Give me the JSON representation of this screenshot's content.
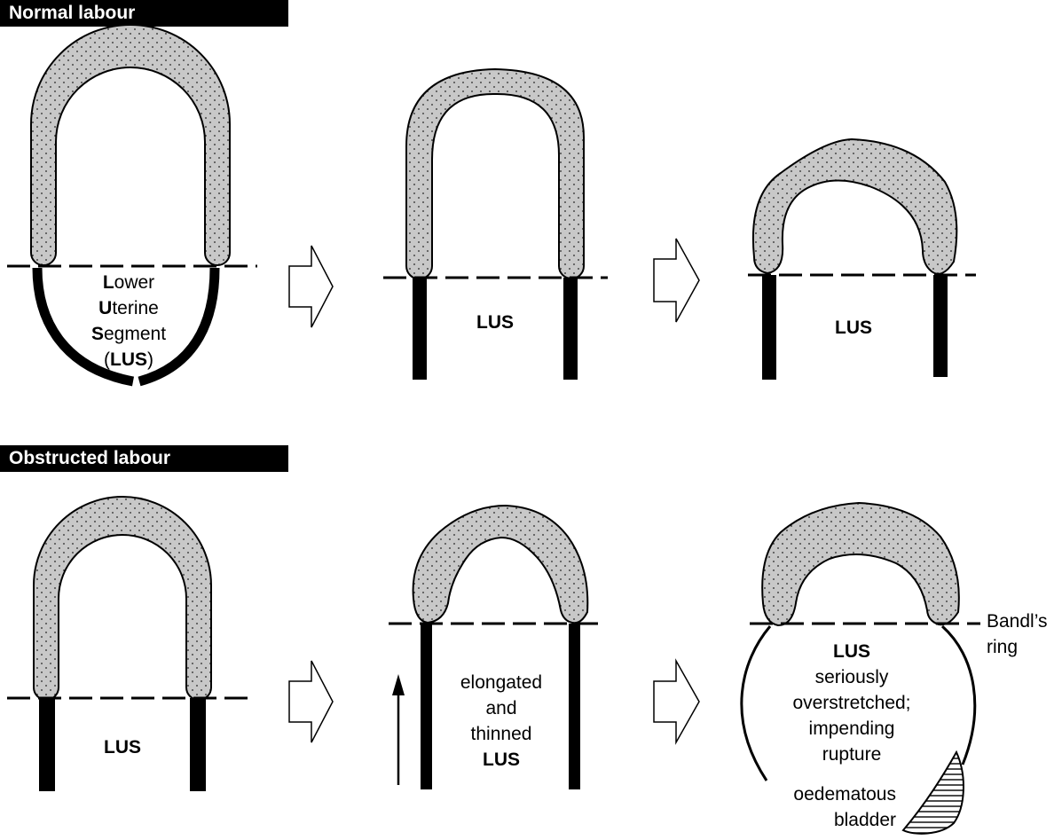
{
  "sections": {
    "normal": "Normal labour",
    "obstructed": "Obstructed labour"
  },
  "labels": {
    "lus_line1_initial": "L",
    "lus_line1_rest": "ower",
    "lus_line2_initial": "U",
    "lus_line2_rest": "terine",
    "lus_line3_initial": "S",
    "lus_line3_rest": "egment",
    "lus_line4_open": "(",
    "lus_line4_abbr": "LUS",
    "lus_line4_close": ")",
    "lus": "LUS",
    "elongated_1": "elongated",
    "elongated_2": "and",
    "elongated_3": "thinned",
    "overstretched_1": "seriously",
    "overstretched_2": "overstretched;",
    "overstretched_3": "impending",
    "overstretched_4": "rupture",
    "bladder_1": "oedematous",
    "bladder_2": "bladder",
    "bandl_1": "Bandl’s",
    "bandl_2": "ring"
  },
  "colors": {
    "muscle_fill": "#c8c8c8",
    "ink": "#000000",
    "section_bar_bg": "#000000",
    "section_bar_text": "#ffffff"
  }
}
